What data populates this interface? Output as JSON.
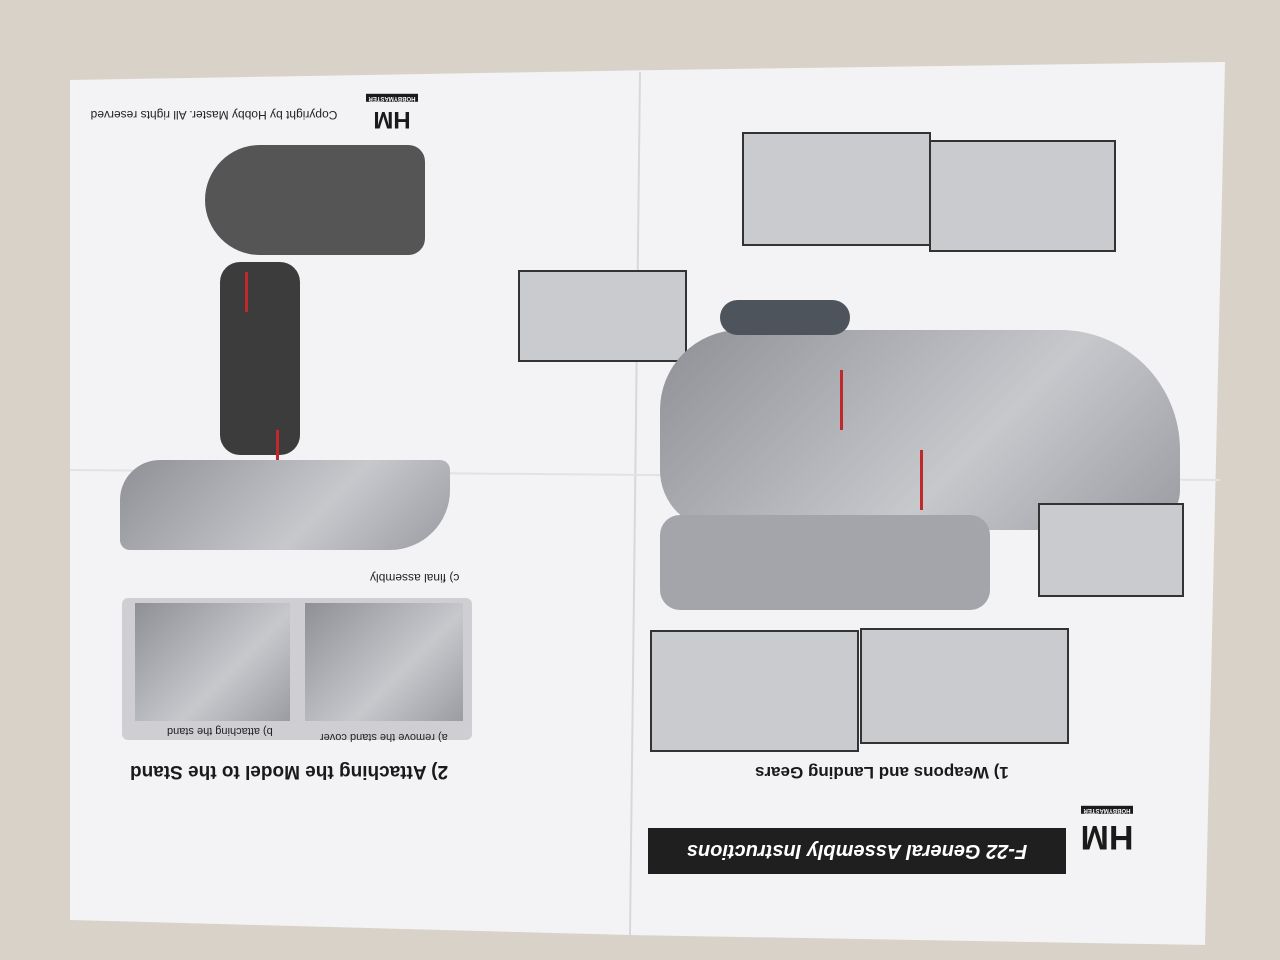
{
  "header": {
    "logo_text": "HM",
    "logo_sub": "HOBBYMASTER",
    "title": "F-22 General Assembly Instructions"
  },
  "section1": {
    "title": "1) Weapons and Landing Gears"
  },
  "section2": {
    "title": "2) Attaching the Model to the Stand",
    "step_a": "a) remove the stand cover",
    "step_b": "b) attaching the stand",
    "step_c": "c) final assembly"
  },
  "footer": {
    "logo_text": "HM",
    "logo_sub": "HOBBYMASTER",
    "copyright": "Copyright by Hobby Master. All rights reserved"
  },
  "colors": {
    "accent_red": "#c0282b",
    "banner": "#1f1f1f",
    "background": "#d9d2c8",
    "paper": "#f4f4f6"
  }
}
